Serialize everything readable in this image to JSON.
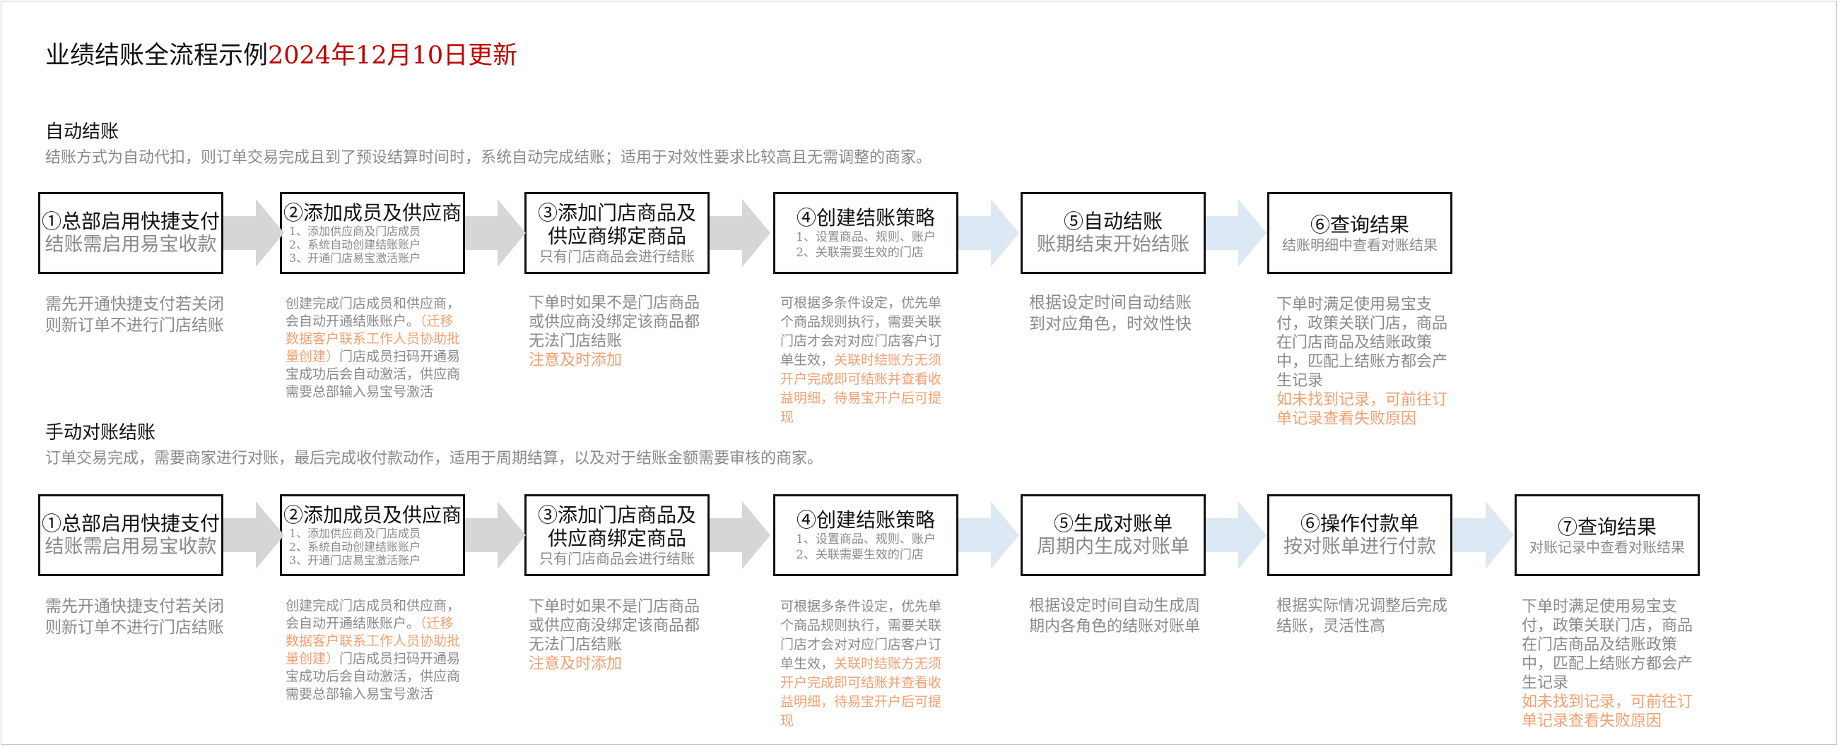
{
  "title": {
    "main": "业绩结账全流程示例",
    "date": "2024年12月10日更新"
  },
  "auto": {
    "heading": "自动结账",
    "desc": "结账方式为自动代扣，则订单交易完成且到了预设结算时间时，系统自动完成结账；适用于对效性要求比较高且无需调整的商家。",
    "steps": [
      {
        "title": "①总部启用快捷支付",
        "sub": "结账需启用易宝收款"
      },
      {
        "title": "②添加成员及供应商",
        "items": [
          "1、添加供应商及门店成员",
          "2、系统自动创建结账账户",
          "3、开通门店易宝激活账户"
        ]
      },
      {
        "title": "③添加门店商品及供应商绑定商品",
        "sub": "只有门店商品会进行结账"
      },
      {
        "title": "④创建结账策略",
        "items": [
          "1、设置商品、规则、账户",
          "2、关联需要生效的门店"
        ]
      },
      {
        "title": "⑤自动结账",
        "sub": "账期结束开始结账"
      },
      {
        "title": "⑥查询结果",
        "sub": "结账明细中查看对账结果"
      }
    ],
    "notes": [
      {
        "text": "需先开通快捷支付若关闭则新订单不进行门店结账"
      },
      {
        "pre": "创建完成门店成员和供应商，会自动开通结账账户。",
        "hl": "（迁移数据客户联系工作人员协助批量创建）",
        "post": "门店成员扫码开通易宝成功后会自动激活，供应商需要总部输入易宝号激活"
      },
      {
        "pre": "下单时如果不是门店商品或供应商没绑定该商品都无法门店结账",
        "hl": "注意及时添加"
      },
      {
        "pre": "可根据多条件设定，优先单个商品规则执行，需要关联门店才会对对应门店客户订单生效，",
        "hl": "关联时结账方无须开户完成即可结账并查看收益明细，待易宝开户后可提现"
      },
      {
        "text": "根据设定时间自动结账到对应角色，时效性快"
      },
      {
        "pre": "下单时满足使用易宝支付，政策关联门店，商品在门店商品及结账政策中，匹配上结账方都会产生记录",
        "hl": "如未找到记录，可前往订单记录查看失败原因"
      }
    ]
  },
  "manual": {
    "heading": "手动对账结账",
    "desc": "订单交易完成，需要商家进行对账，最后完成收付款动作，适用于周期结算，以及对于结账金额需要审核的商家。",
    "steps": [
      {
        "title": "①总部启用快捷支付",
        "sub": "结账需启用易宝收款"
      },
      {
        "title": "②添加成员及供应商",
        "items": [
          "1、添加供应商及门店成员",
          "2、系统自动创建结账账户",
          "3、开通门店易宝激活账户"
        ]
      },
      {
        "title": "③添加门店商品及供应商绑定商品",
        "sub": "只有门店商品会进行结账"
      },
      {
        "title": "④创建结账策略",
        "items": [
          "1、设置商品、规则、账户",
          "2、关联需要生效的门店"
        ]
      },
      {
        "title": "⑤生成对账单",
        "sub": "周期内生成对账单"
      },
      {
        "title": "⑥操作付款单",
        "sub": "按对账单进行付款"
      },
      {
        "title": "⑦查询结果",
        "sub": "对账记录中查看对账结果"
      }
    ],
    "notes": [
      {
        "text": "需先开通快捷支付若关闭则新订单不进行门店结账"
      },
      {
        "pre": "创建完成门店成员和供应商，会自动开通结账账户。",
        "hl": "（迁移数据客户联系工作人员协助批量创建）",
        "post": "门店成员扫码开通易宝成功后会自动激活，供应商需要总部输入易宝号激活"
      },
      {
        "pre": "下单时如果不是门店商品或供应商没绑定该商品都无法门店结账",
        "hl": "注意及时添加"
      },
      {
        "pre": "可根据多条件设定，优先单个商品规则执行，需要关联门店才会对对应门店客户订单生效，",
        "hl": "关联时结账方无须开户完成即可结账并查看收益明细，待易宝开户后可提现"
      },
      {
        "text": "根据设定时间自动生成周期内各角色的结账对账单"
      },
      {
        "text": "根据实际情况调整后完成结账，灵活性高"
      },
      {
        "pre": "下单时满足使用易宝支付，政策关联门店，商品在门店商品及结账政策中，匹配上结账方都会产生记录",
        "hl": "如未找到记录，可前往订单记录查看失败原因"
      }
    ]
  },
  "colors": {
    "red": "#c00000",
    "orange": "#f4a070",
    "grey_arrow": "#d6d6d6",
    "blue_arrow": "#dde8f5"
  }
}
